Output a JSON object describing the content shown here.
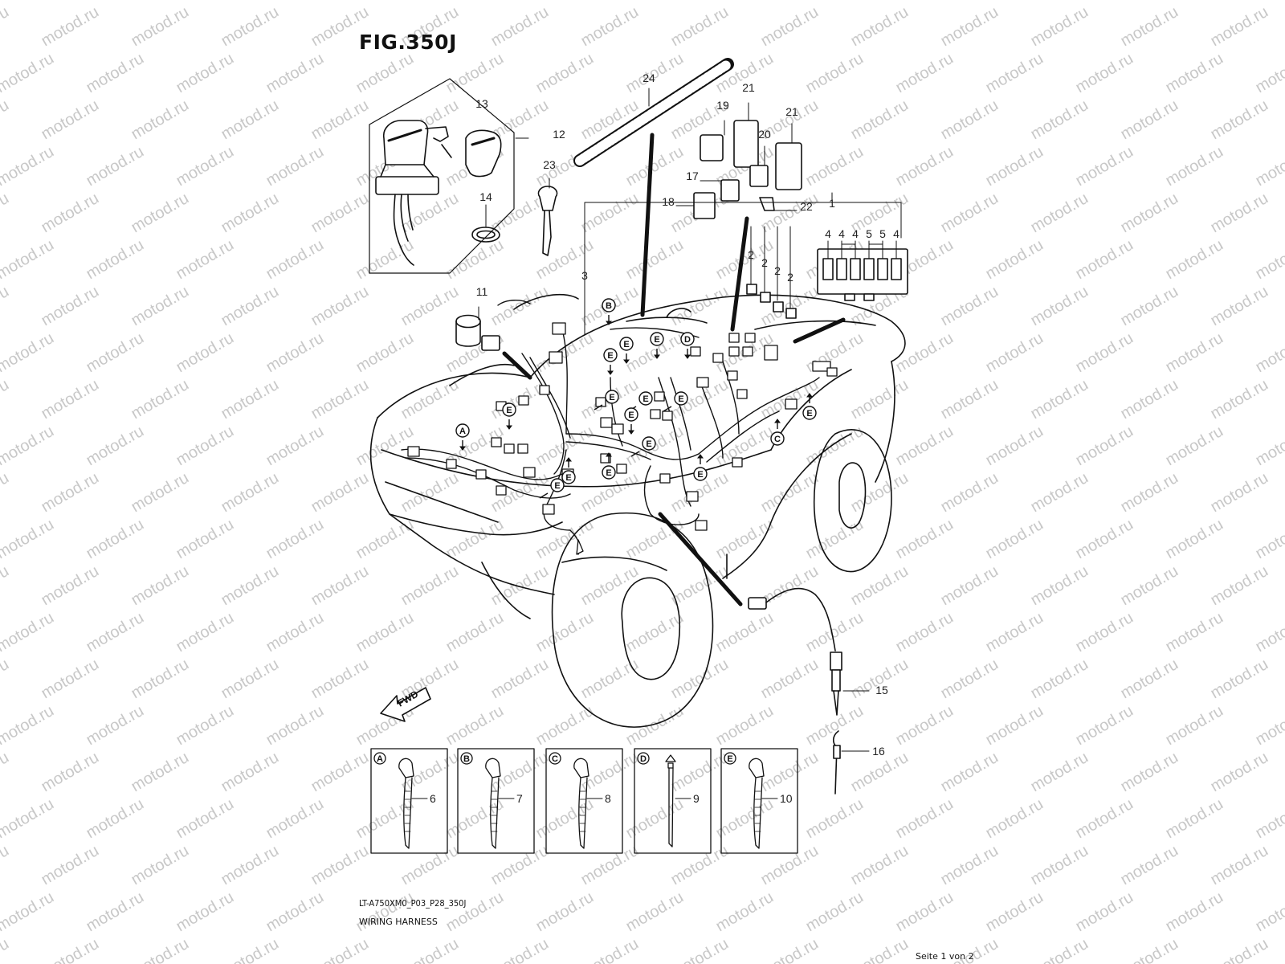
{
  "header": {
    "title": "FIG.350J"
  },
  "footer": {
    "code": "LT-A750XM0_P03_P28_350J",
    "subtitle": "WIRING HARNESS",
    "page": "Seite 1 von 2"
  },
  "watermark": {
    "text": "motod.ru"
  },
  "fwd_label": "FWD",
  "callouts": [
    {
      "n": "24"
    },
    {
      "n": "21"
    },
    {
      "n": "19"
    },
    {
      "n": "21"
    },
    {
      "n": "20"
    },
    {
      "n": "13"
    },
    {
      "n": "12"
    },
    {
      "n": "23"
    },
    {
      "n": "17"
    },
    {
      "n": "18"
    },
    {
      "n": "22"
    },
    {
      "n": "14"
    },
    {
      "n": "1"
    },
    {
      "n": "4"
    },
    {
      "n": "4"
    },
    {
      "n": "4"
    },
    {
      "n": "5"
    },
    {
      "n": "5"
    },
    {
      "n": "4"
    },
    {
      "n": "2"
    },
    {
      "n": "2"
    },
    {
      "n": "2"
    },
    {
      "n": "2"
    },
    {
      "n": "3"
    },
    {
      "n": "11"
    },
    {
      "n": "15"
    },
    {
      "n": "16"
    }
  ],
  "clamp_badges": [
    {
      "letter": "B"
    },
    {
      "letter": "E"
    },
    {
      "letter": "E"
    },
    {
      "letter": "D"
    },
    {
      "letter": "E"
    },
    {
      "letter": "E"
    },
    {
      "letter": "E"
    },
    {
      "letter": "E"
    },
    {
      "letter": "A"
    },
    {
      "letter": "E"
    },
    {
      "letter": "E"
    },
    {
      "letter": "E"
    },
    {
      "letter": "C"
    },
    {
      "letter": "E"
    },
    {
      "letter": "E"
    },
    {
      "letter": "E"
    },
    {
      "letter": "E"
    },
    {
      "letter": "E"
    }
  ],
  "clamp_boxes": [
    {
      "letter": "A",
      "part": "6"
    },
    {
      "letter": "B",
      "part": "7"
    },
    {
      "letter": "C",
      "part": "8"
    },
    {
      "letter": "D",
      "part": "9"
    },
    {
      "letter": "E",
      "part": "10"
    }
  ]
}
